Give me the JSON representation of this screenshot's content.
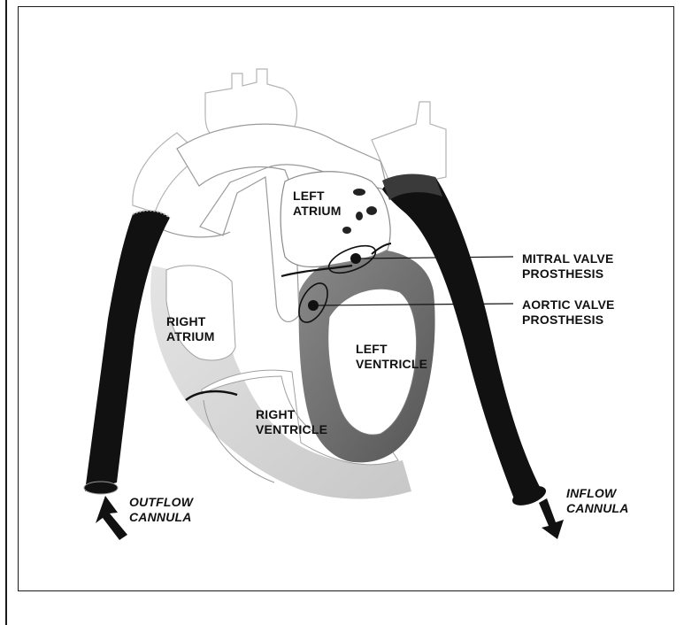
{
  "colors": {
    "ink": "#111111",
    "chamber_fill": "#ffffff",
    "vessel_stroke": "#b5b5b5",
    "right_heart_shade": "#a9a9a9",
    "left_ventricle_shade": "#6f6f6f",
    "cannula": "#111111"
  },
  "labels": {
    "left_atrium": [
      "LEFT",
      "ATRIUM"
    ],
    "right_atrium": [
      "RIGHT",
      "ATRIUM"
    ],
    "left_ventricle": [
      "LEFT",
      "VENTRICLE"
    ],
    "right_ventricle": [
      "RIGHT",
      "VENTRICLE"
    ],
    "mitral_valve": [
      "MITRAL VALVE",
      "PROSTHESIS"
    ],
    "aortic_valve": [
      "AORTIC VALVE",
      "PROSTHESIS"
    ],
    "outflow_cannula": [
      "OUTFLOW",
      "CANNULA"
    ],
    "inflow_cannula": [
      "INFLOW",
      "CANNULA"
    ]
  },
  "icons": {
    "outflow_arrow": "arrow-up-left-icon",
    "inflow_arrow": "arrow-down-right-icon"
  }
}
